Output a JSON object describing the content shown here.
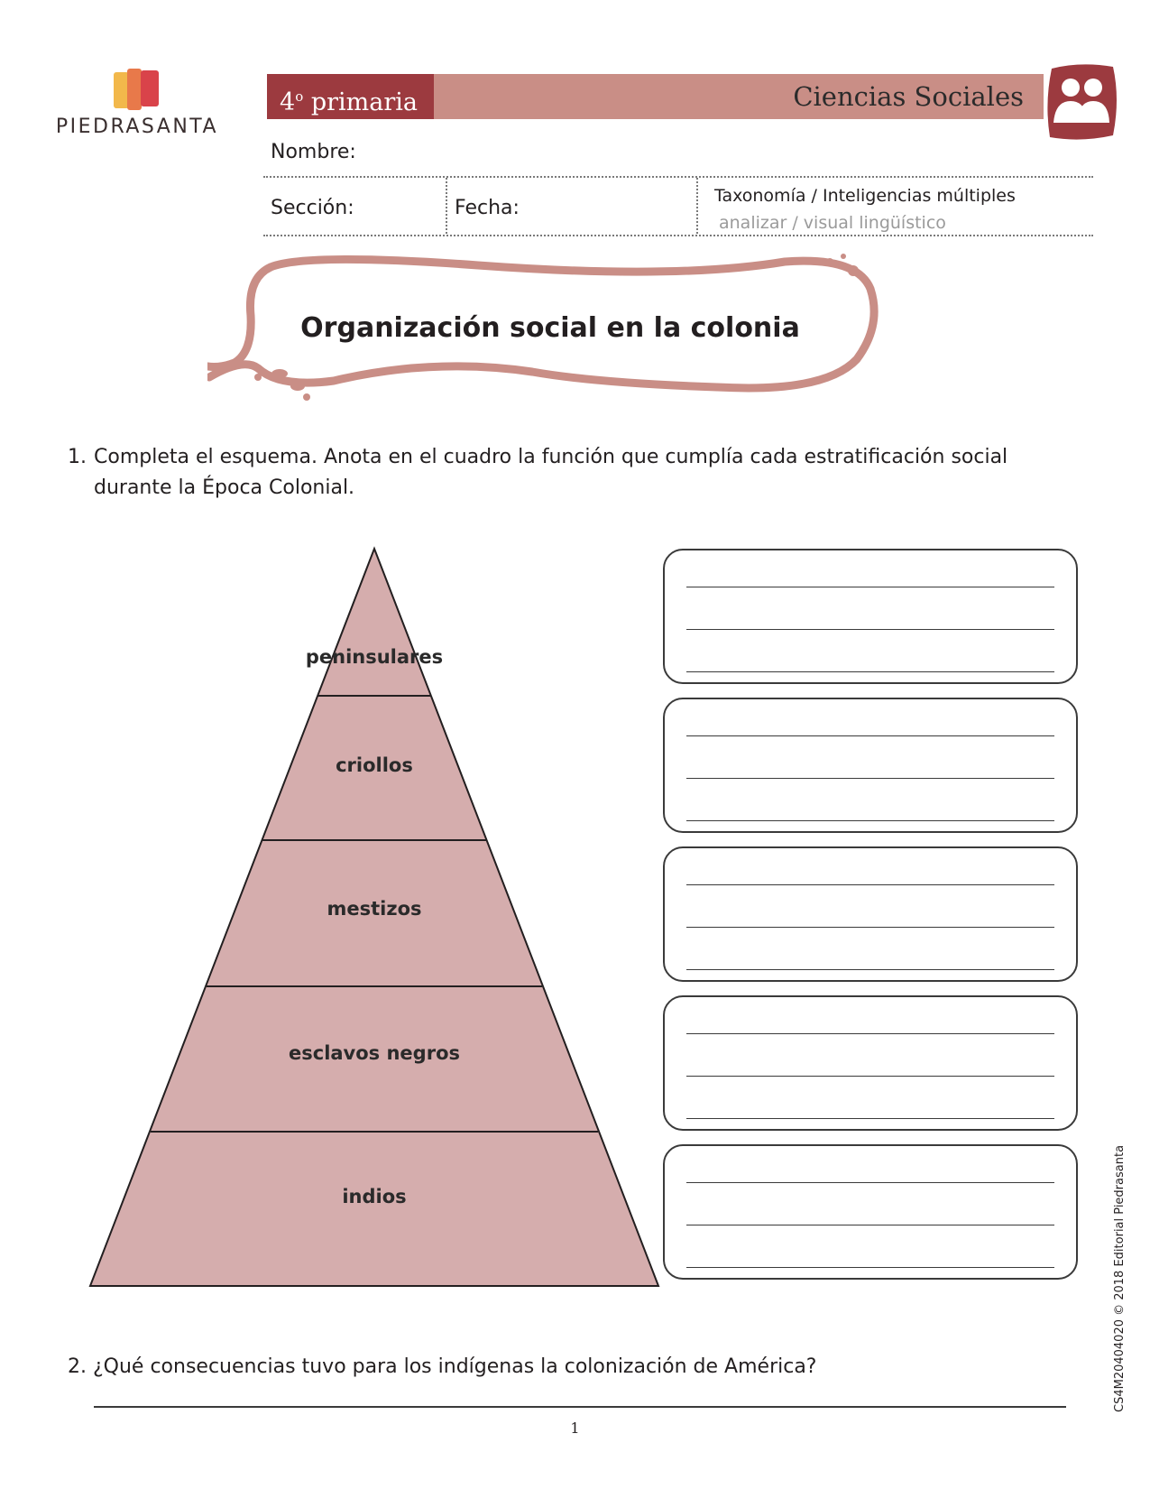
{
  "brand": {
    "name": "PIEDRASANTA"
  },
  "header": {
    "grade_number": "4",
    "grade_super": "o",
    "grade_label": "primaria",
    "subject": "Ciencias Sociales",
    "icon": "people-icon",
    "colors": {
      "dark": "#9c3a3f",
      "light": "#c98e86"
    }
  },
  "fields": {
    "name_label": "Nombre:",
    "section_label": "Sección:",
    "date_label": "Fecha:",
    "taxonomy_label": "Taxonomía / Inteligencias múltiples",
    "taxonomy_value": "analizar / visual lingüístico"
  },
  "title": "Organización social en la colonia",
  "questions": {
    "q1_number": "1.",
    "q1_text": "Completa el esquema. Anota en el cuadro la  función que cumplía cada estratificación social durante la Época Colonial.",
    "q2_text": "2. ¿Qué  consecuencias tuvo para los indígenas la colonización de América?"
  },
  "pyramid": {
    "fill": "#d5adad",
    "tiers": [
      "peninsulares",
      "criollos",
      "mestizos",
      "esclavos negros",
      "indios"
    ]
  },
  "footer": {
    "page_number": "1",
    "side_text": "CS4M20404020   ©  2018 Editorial Piedrasanta"
  }
}
